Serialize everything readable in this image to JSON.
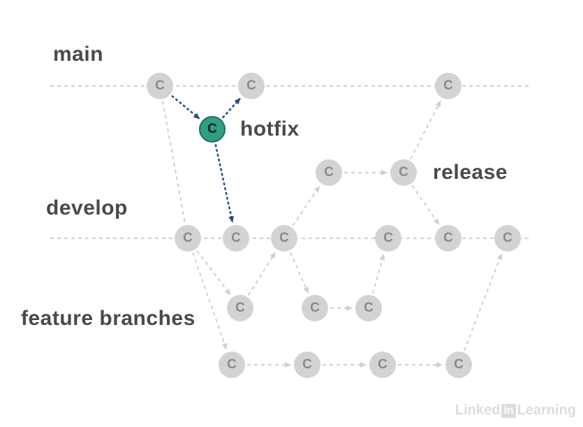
{
  "labels": {
    "main": "main",
    "hotfix": "hotfix",
    "release": "release",
    "develop": "develop",
    "feature": "feature branches"
  },
  "node_letter": "C",
  "watermark": {
    "brand": "Linked",
    "in": "in",
    "suffix": "Learning"
  },
  "colors": {
    "line": "#cfcfcf",
    "node": "#d3d3d3",
    "node_text": "#8a8a8a",
    "hotfix_node": "#2f9e83",
    "hotfix_arrow": "#1f4f8f",
    "label": "#4a4a4a"
  }
}
